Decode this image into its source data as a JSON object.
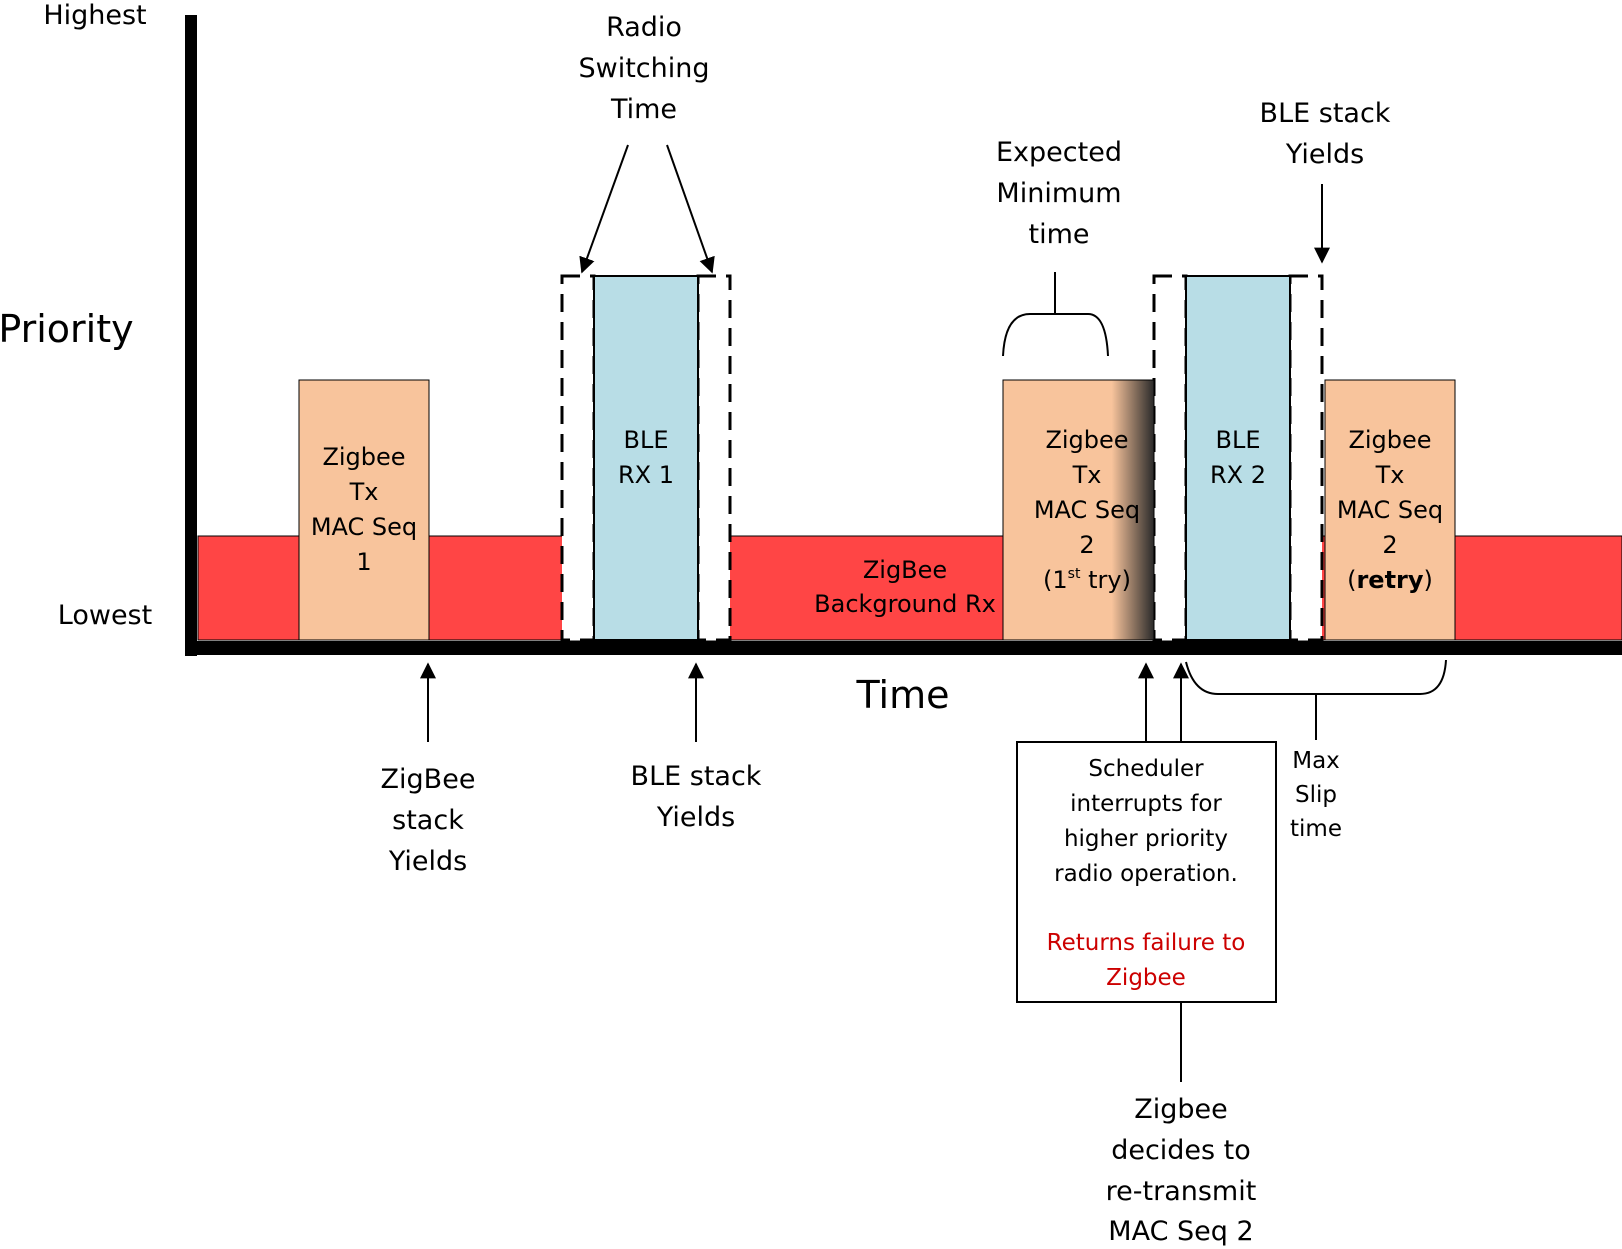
{
  "axes": {
    "y_title": "Priority",
    "y_high": "Highest",
    "y_low": "Lowest",
    "x_title": "Time"
  },
  "background": {
    "label_line1": "ZigBee",
    "label_line2": "Background Rx",
    "color": "#ff4545"
  },
  "blocks": {
    "zigbee_tx1": {
      "lines": [
        "Zigbee",
        "Tx",
        "MAC Seq",
        "1"
      ],
      "color": "#f8c49c"
    },
    "ble_rx1": {
      "lines": [
        "BLE",
        "RX 1"
      ],
      "color": "#b8dde6"
    },
    "zigbee_tx2_first": {
      "lines": [
        "Zigbee",
        "Tx",
        "MAC Seq",
        "2"
      ],
      "try_open": "(1",
      "try_sup": "st",
      "try_close": " try)",
      "color": "#f8c49c"
    },
    "ble_rx2": {
      "lines": [
        "BLE",
        "RX 2"
      ],
      "color": "#b8dde6"
    },
    "zigbee_tx2_retry": {
      "lines": [
        "Zigbee",
        "Tx",
        "MAC Seq",
        "2"
      ],
      "retry_open": "(",
      "retry_bold": "retry",
      "retry_close": ")",
      "color": "#f8c49c"
    }
  },
  "annotations": {
    "radio_switching": [
      "Radio",
      "Switching",
      "Time"
    ],
    "expected_min": [
      "Expected",
      "Minimum",
      "time"
    ],
    "ble_yields_top": [
      "BLE stack",
      "Yields"
    ],
    "zigbee_yields": [
      "ZigBee",
      "stack",
      "Yields"
    ],
    "ble_yields_bottom": [
      "BLE stack",
      "Yields"
    ],
    "max_slip": [
      "Max",
      "Slip",
      "time"
    ],
    "scheduler_box": [
      "Scheduler",
      "interrupts for",
      "higher priority",
      "radio operation."
    ],
    "scheduler_red": [
      "Returns failure to",
      "Zigbee"
    ],
    "zigbee_decides": [
      "Zigbee",
      "decides to",
      "re-transmit",
      "MAC Seq 2"
    ]
  }
}
